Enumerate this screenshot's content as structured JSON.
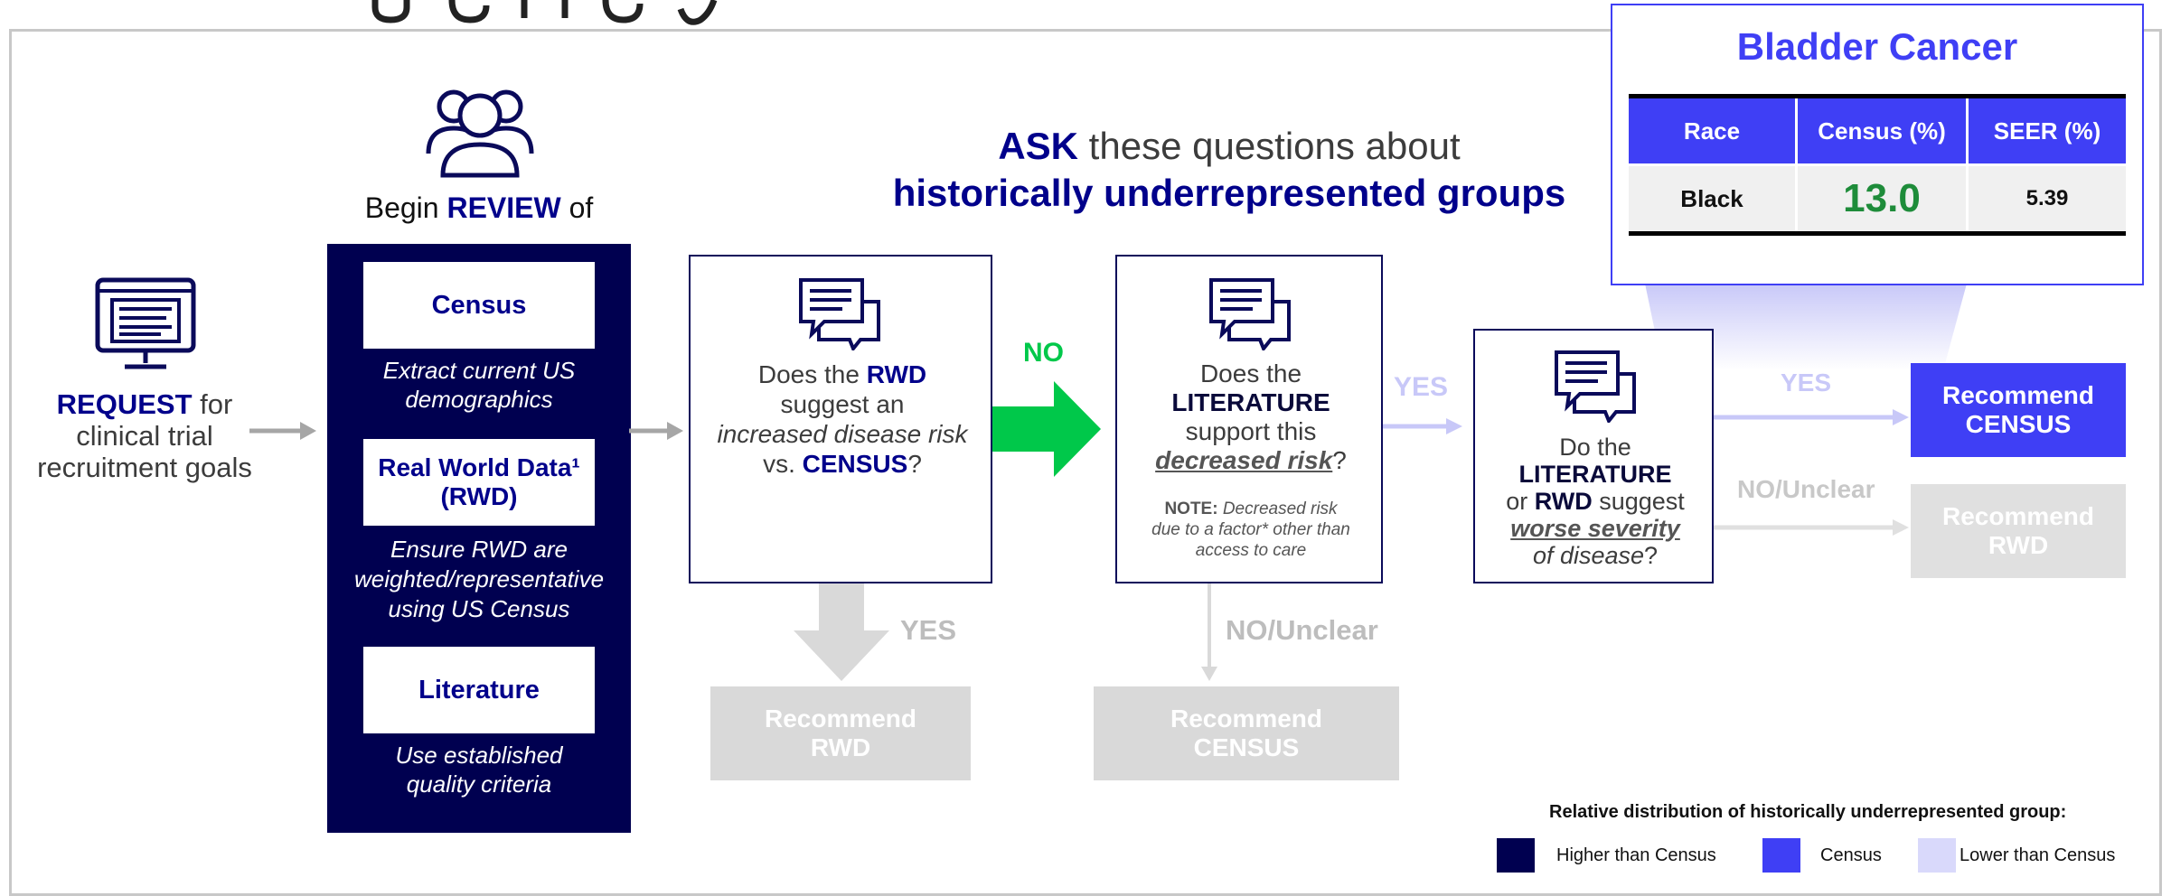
{
  "colors": {
    "navy": "#00008b",
    "dark_navy": "#000050",
    "census_blue": "#3f3ff5",
    "light_lavender": "#d9d9fb",
    "green": "#00c84a",
    "grey": "#d9d9d9",
    "grey_text": "#bdbdbd"
  },
  "request": {
    "strong": "REQUEST",
    "rest1": " for",
    "line2": "clinical trial",
    "line3": "recruitment goals"
  },
  "review": {
    "title_pre": "Begin ",
    "title_strong": "REVIEW",
    "title_post": " of",
    "census_label": "Census",
    "census_desc1": "Extract current US",
    "census_desc2": "demographics",
    "rwd_label1": "Real World Data¹",
    "rwd_label2": "(RWD)",
    "rwd_desc1": "Ensure RWD are",
    "rwd_desc2": "weighted/representative",
    "rwd_desc3": "using US Census",
    "lit_label": "Literature",
    "lit_desc1": "Use established",
    "lit_desc2": "quality criteria"
  },
  "ask": {
    "strong": "ASK",
    "rest": " these questions about",
    "line2": "historically underrepresented groups"
  },
  "q1": {
    "l1_pre": "Does the ",
    "l1_strong": "RWD",
    "l2": "suggest an",
    "l3": "increased disease risk",
    "l4_pre": "vs. ",
    "l4_strong": "CENSUS",
    "l4_post": "?"
  },
  "q2": {
    "l1": "Does the",
    "l2": "LITERATURE",
    "l3": "support this",
    "l4": "decreased risk",
    "l4_post": "?",
    "note_strong": "NOTE:",
    "note1": " Decreased risk",
    "note2": "due to a factor* other than",
    "note3": "access to care"
  },
  "q3": {
    "l1": "Do the",
    "l2": "LITERATURE",
    "l3_pre": "or ",
    "l3_strong": "RWD",
    "l3_post": " suggest",
    "l4": "worse severity",
    "l5": "of disease",
    "l5_post": "?"
  },
  "labels": {
    "no": "NO",
    "yes1": "YES",
    "yes2": "YES",
    "yes3": "YES",
    "no_unclear1": "NO/Unclear",
    "no_unclear2": "NO/Unclear"
  },
  "outcomes": {
    "rec_rwd_1": "Recommend",
    "rec_rwd_2": "RWD",
    "rec_census_1": "Recommend",
    "rec_census_2": "CENSUS",
    "final_census_1": "Recommend",
    "final_census_2": "CENSUS",
    "final_rwd_1": "Recommend",
    "final_rwd_2": "RWD"
  },
  "popup": {
    "title": "Bladder Cancer",
    "headers": [
      "Race",
      "Census (%)",
      "SEER (%)"
    ],
    "row": [
      "Black",
      "13.0",
      "5.39"
    ]
  },
  "legend": {
    "title": "Relative distribution of historically underrepresented group:",
    "items": [
      "Higher than Census",
      "Census",
      "Lower than Census"
    ]
  }
}
